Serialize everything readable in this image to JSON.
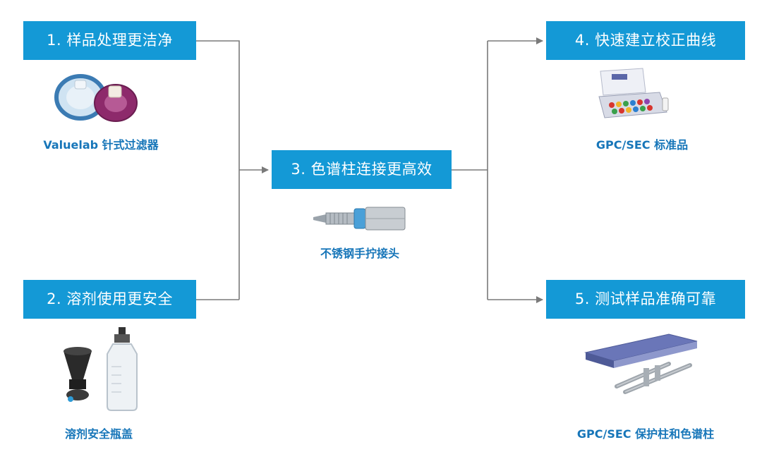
{
  "colors": {
    "box_bg": "#1499d6",
    "box_text": "#ffffff",
    "caption": "#1776b9",
    "connector": "#7a7a7a"
  },
  "steps": [
    {
      "label": "1. 样品处理更洁净",
      "caption": "Valuelab 针式过滤器",
      "icon": "syringe-filters-photo"
    },
    {
      "label": "2. 溶剂使用更安全",
      "caption": "溶剂安全瓶盖",
      "icon": "solvent-safety-cap-bottle-photo"
    },
    {
      "label": "3. 色谱柱连接更高效",
      "caption": "不锈钢手拧接头",
      "icon": "stainless-fitting-photo"
    },
    {
      "label": "4. 快速建立校正曲线",
      "caption": "GPC/SEC 标准品",
      "icon": "standards-kit-photo"
    },
    {
      "label": "5. 测试样品准确可靠",
      "caption": "GPC/SEC 保护柱和色谱柱",
      "icon": "columns-photo"
    }
  ]
}
